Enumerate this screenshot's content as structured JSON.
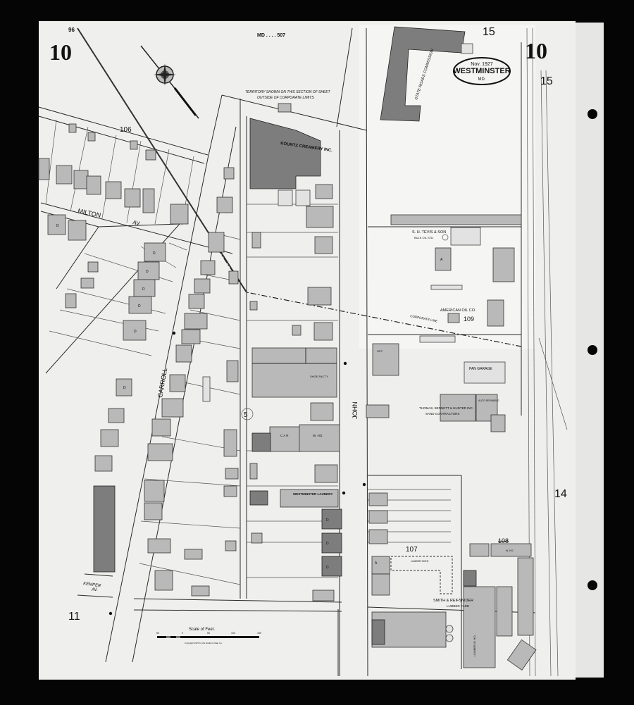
{
  "sheet": {
    "number_left": "10",
    "number_right": "10",
    "index_ref": "MD . . . . 507",
    "adjoining_sheet_top_left": "96",
    "adjoining_sheet_top": "15",
    "adjoining_sheet_right_top": "15",
    "adjoining_sheet_right": "14",
    "adjoining_sheet_bottom_left": "11",
    "adjoining_sheet_middle": "5"
  },
  "stamp": {
    "date": "Nov. 1927",
    "city": "WESTMINSTER",
    "state": "MD."
  },
  "notes": {
    "territory_line1": "TERRITORY SHOWN ON THIS SECTION OF SHEET",
    "territory_line2": "OUTSIDE OF CORPORATE LIMITS",
    "corporate_line": "CORPORATE LINE"
  },
  "blocks": [
    "106",
    "107",
    "108",
    "109"
  ],
  "streets": {
    "milton": "MILTON",
    "milton_av": "AV.",
    "carroll": "CARROLL",
    "john": "JOHN",
    "kemper": "KEMPER",
    "kemper_av": "AV."
  },
  "businesses": {
    "kountz": "KOUNTZ CREAMERY INC.",
    "state_roads": "STATE ROADS COMMISSION",
    "tevis": "S. H. TEVIS & SON",
    "tevis_sub": "BULK OIL STA.",
    "american_oil": "AMERICAN OIL CO.",
    "pan_garage": "PAN GARAGE",
    "thomas_line1": "THOMAS, BENNETT & HUNTER INC.",
    "thomas_line2": "SAND CONTRACTORS",
    "auto_repairing": "AUTO REPAIRING",
    "laundry": "WESTMINSTER LAUNDRY",
    "smith": "SMITH & REIFSNIDER",
    "smith_sub": "LUMBER YARD",
    "shoe_factory": "SHOE FACT'Y",
    "office": "OFF.",
    "lumber_shed": "LUMBER SHED",
    "lumber_wh": "LUMBER W. HO.",
    "whse": "W. HO.",
    "car": "C A R"
  },
  "scale": {
    "title": "Scale of Feet.",
    "ticks": [
      "50",
      "0",
      "50",
      "100",
      "150"
    ],
    "copyright": "Copyright 1927 by the Sanborn Map Co."
  },
  "dwelling_mark": "D",
  "auto_mark": "A"
}
